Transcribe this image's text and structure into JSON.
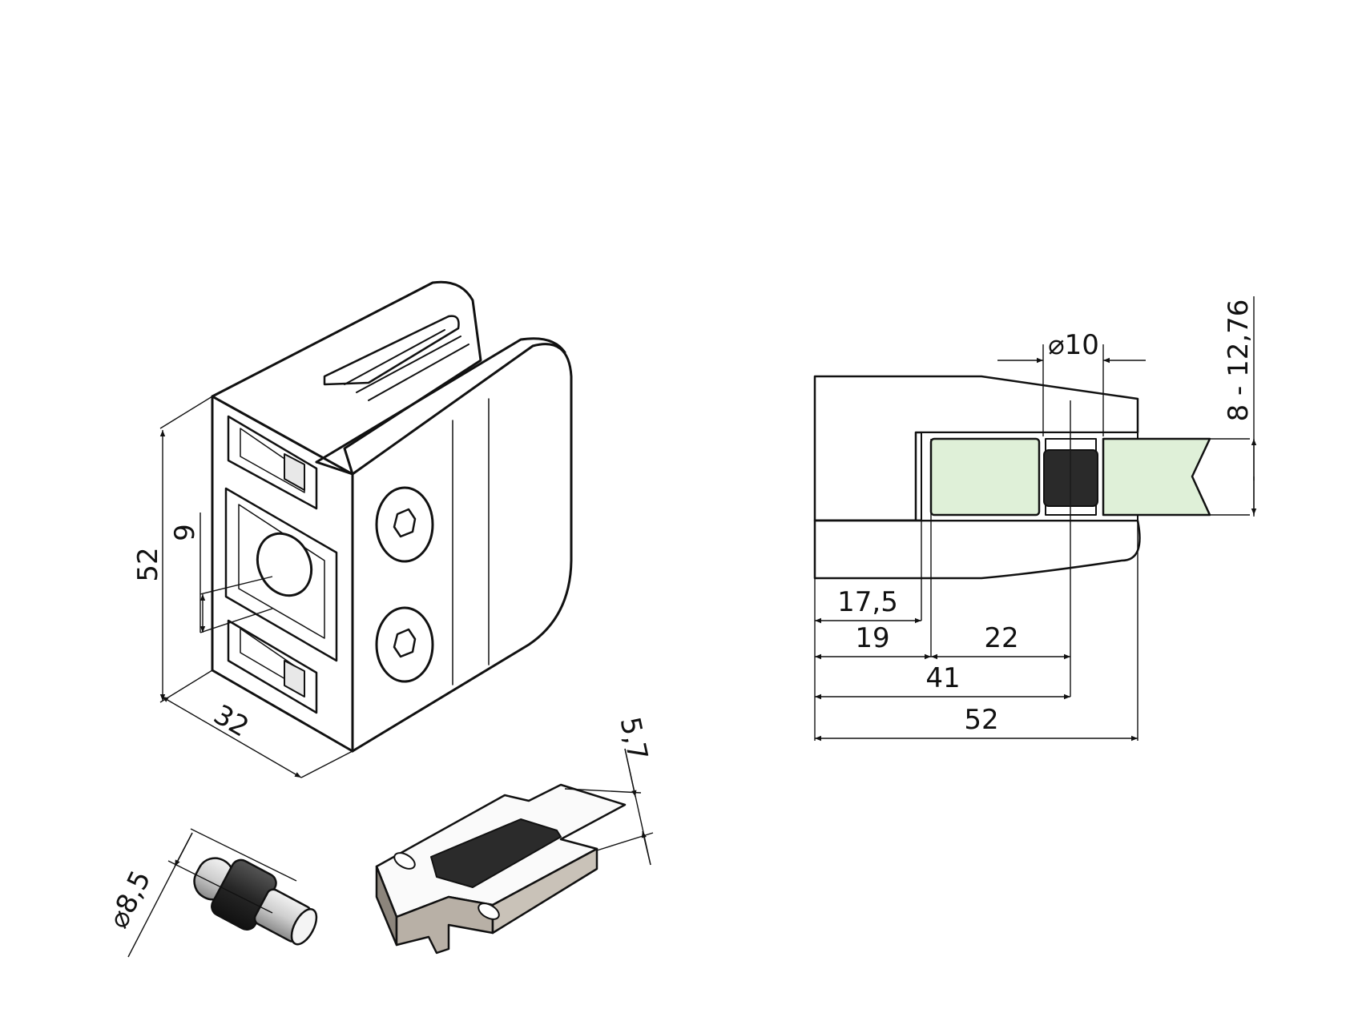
{
  "drawing": {
    "type": "technical-drawing",
    "subject": "glass clamp",
    "units": "mm",
    "colors": {
      "line": "#111111",
      "glass": "#dff0d8",
      "rubber": "#262626",
      "insert": "#b8b0a6",
      "background": "#ffffff"
    }
  },
  "iso_view": {
    "height_label": "52",
    "depth_label": "32",
    "hole_offset_label": "9",
    "icons": [
      "hex-socket-screw",
      "hex-socket-screw"
    ]
  },
  "section_view": {
    "pin_diameter_label": "⌀10",
    "glass_thickness_label": "8 - 12,76",
    "dims": {
      "d175": "17,5",
      "d19": "19",
      "d22": "22",
      "d41": "41",
      "d52": "52"
    }
  },
  "parts": {
    "pin_diameter_label": "⌀8,5",
    "insert_thickness_label": "5,7"
  }
}
